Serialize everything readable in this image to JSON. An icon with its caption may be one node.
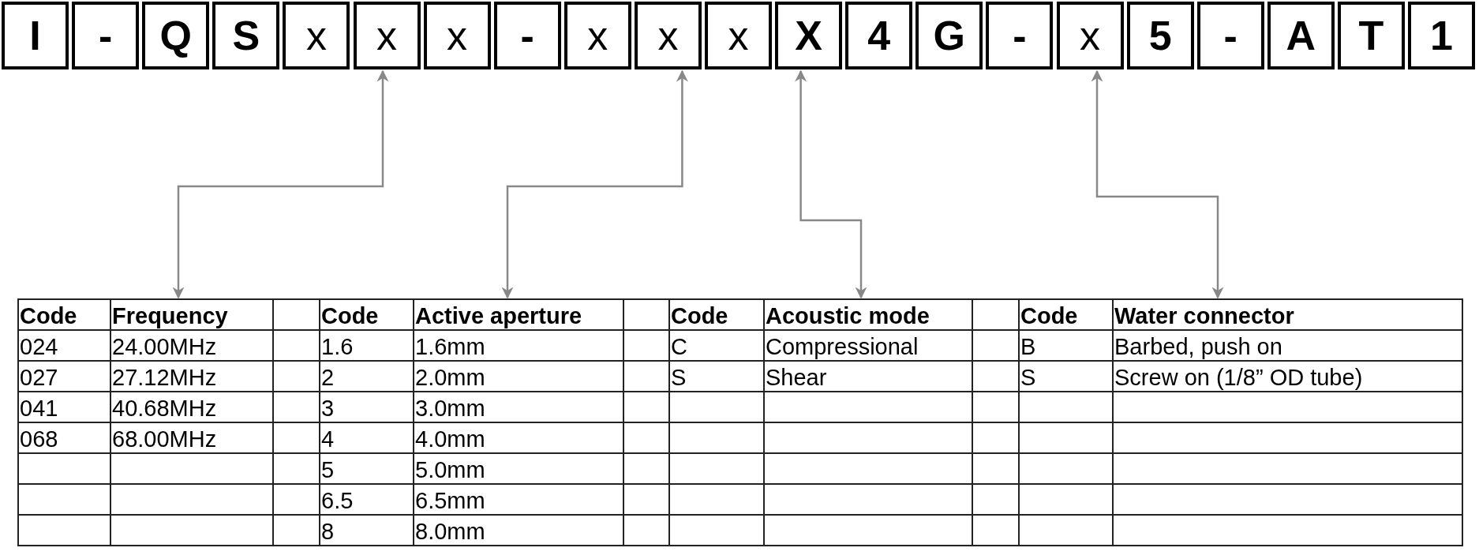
{
  "diagram": {
    "nodes": [
      {
        "text": [
          "I"
        ]
      },
      {
        "text": [
          "-"
        ]
      },
      {
        "text": [
          "Q"
        ]
      },
      {
        "text": [
          "S"
        ]
      },
      {
        "text": [
          "x"
        ]
      },
      {
        "text": [
          "x"
        ]
      },
      {
        "text": [
          "x"
        ]
      },
      {
        "text": [
          "-"
        ]
      },
      {
        "text": [
          "x"
        ]
      },
      {
        "text": [
          "x"
        ]
      },
      {
        "text": [
          "x"
        ]
      },
      {
        "text": [
          "X"
        ]
      },
      {
        "text": [
          "4"
        ]
      },
      {
        "text": [
          "G"
        ]
      },
      {
        "text": [
          "-"
        ]
      },
      {
        "text": [
          "x"
        ]
      },
      {
        "text": [
          "5"
        ]
      },
      {
        "text": [
          "-"
        ]
      },
      {
        "text": [
          "A"
        ]
      },
      {
        "text": [
          "T"
        ]
      },
      {
        "text": [
          "1"
        ]
      },
      {
        "text": [
          "Frequency"
        ]
      },
      {
        "text": [
          "Active aperture"
        ]
      },
      {
        "text": [
          "Acoustic mode"
        ]
      },
      {
        "text": [
          "Water connector"
        ]
      }
    ],
    "edges": [
      {
        "from": 5,
        "to": 21,
        "arrow": "both"
      },
      {
        "from": 9,
        "to": 22,
        "arrow": "both"
      },
      {
        "from": 11,
        "to": 23,
        "arrow": "both"
      },
      {
        "from": 15,
        "to": 24,
        "arrow": "both"
      }
    ],
    "labels": [
      "Code",
      "Code",
      "Code",
      "Code",
      "024",
      "24.00MHz",
      "1.6",
      "1.6mm",
      "C",
      "Compressional",
      "B",
      "Barbed, push on",
      "027",
      "27.12MHz",
      "2",
      "2.0mm",
      "S",
      "Shear",
      "S",
      "Screw on (1/8” OD tube)",
      "041",
      "40.68MHz",
      "3",
      "3.0mm",
      "068",
      "68.00MHz",
      "4",
      "4.0mm",
      "5",
      "5.0mm",
      "6.5",
      "6.5mm",
      "8",
      "8.0mm"
    ]
  }
}
